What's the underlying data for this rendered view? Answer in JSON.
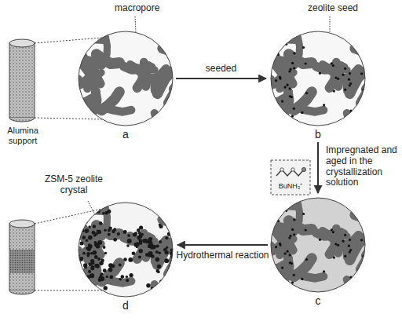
{
  "diagram": {
    "nodes": [
      {
        "text": [
          "a"
        ]
      },
      {
        "text": [
          "b"
        ]
      },
      {
        "text": [
          "c"
        ]
      },
      {
        "text": [
          "d"
        ]
      }
    ],
    "edges": [
      {
        "from": 0,
        "to": 1,
        "arrow": "to",
        "label": "seeded"
      },
      {
        "from": 1,
        "to": 2,
        "arrow": "to",
        "label": "Impregnated and aged in the crystallization solution"
      },
      {
        "from": 2,
        "to": 3,
        "arrow": "to",
        "label": "Hydrothermal reaction"
      }
    ],
    "labels": [
      "Alumina support",
      "macropore",
      "zeolite seed",
      "ZSM-5 zeolite crystal",
      "BuNH₃⁺"
    ]
  }
}
